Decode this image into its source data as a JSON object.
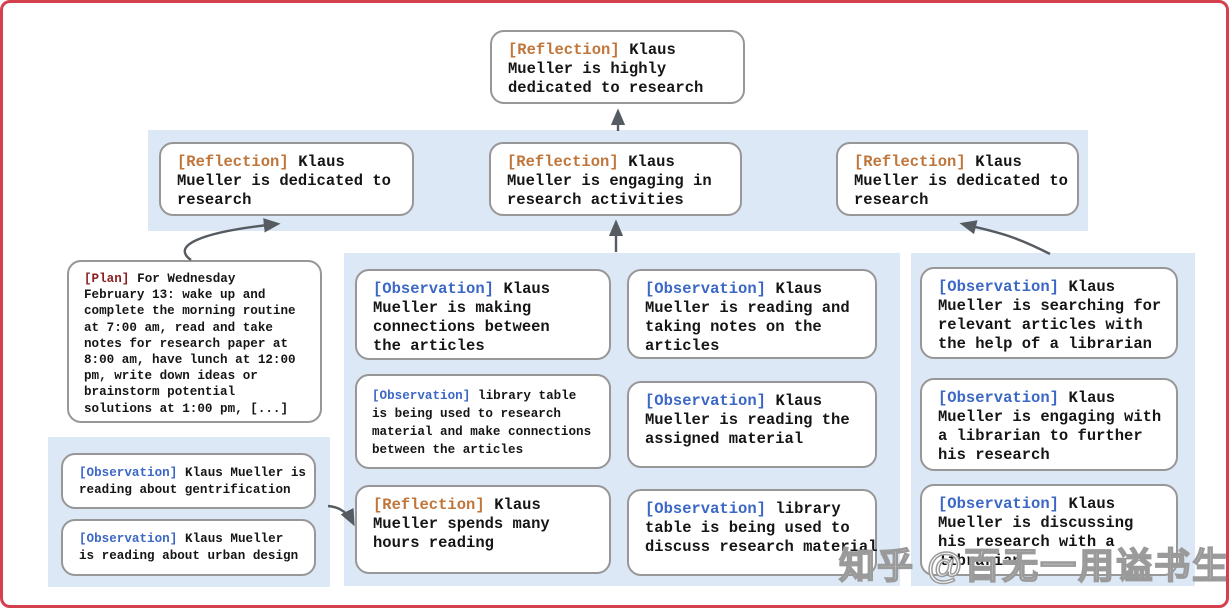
{
  "colors": {
    "frame_red": "#d5404f",
    "band_blue": "#dce8f6",
    "box_border_gray": "#979797",
    "reflection_label": "#c0763a",
    "observation_label": "#3b67c5",
    "plan_label": "#8b1f1f",
    "text": "#151515",
    "arrow": "#555b61"
  },
  "nodes": {
    "root": {
      "label": "[Reflection]",
      "text": "Klaus\nMueller is highly\ndedicated to research"
    },
    "row2": [
      {
        "label": "[Reflection]",
        "text": "Klaus\nMueller is dedicated to\nresearch"
      },
      {
        "label": "[Reflection]",
        "text": "Klaus\nMueller is engaging in\nresearch activities"
      },
      {
        "label": "[Reflection]",
        "text": "Klaus\nMueller is dedicated to\nresearch"
      }
    ],
    "plan": {
      "label": "[Plan]",
      "text": "For Wednesday\nFebruary 13: wake up and\ncomplete the morning routine\nat 7:00 am, read and take\nnotes for research paper at\n8:00 am, have lunch at 12:00\npm, write down ideas or\nbrainstorm potential\nsolutions at 1:00 pm, [...]"
    },
    "left_obs": [
      {
        "label": "[Observation]",
        "text": "Klaus Mueller is\nreading about gentrification"
      },
      {
        "label": "[Observation]",
        "text": "Klaus Mueller\nis reading about urban design"
      }
    ],
    "mid_a": [
      {
        "label": "[Observation]",
        "text": "Klaus\nMueller is making\nconnections between\nthe articles"
      },
      {
        "label": "[Observation]",
        "text": "library table\nis being used to research\nmaterial and make connections\nbetween the articles"
      },
      {
        "label": "[Reflection]",
        "text": "Klaus\nMueller spends many\nhours reading"
      }
    ],
    "mid_b": [
      {
        "label": "[Observation]",
        "text": "Klaus\nMueller is reading and\ntaking notes on the\narticles"
      },
      {
        "label": "[Observation]",
        "text": "Klaus\nMueller is reading the\nassigned material"
      },
      {
        "label": "[Observation]",
        "text": "library\ntable is being used to\ndiscuss research material"
      }
    ],
    "right": [
      {
        "label": "[Observation]",
        "text": "Klaus\nMueller is searching for\nrelevant articles with\nthe help of a librarian"
      },
      {
        "label": "[Observation]",
        "text": "Klaus\nMueller is engaging with\na librarian to further\nhis research"
      },
      {
        "label": "[Observation]",
        "text": "Klaus\nMueller is discussing\nhis research with a\nlibrarian"
      }
    ]
  },
  "watermark": "知乎 @百无一用谥书生"
}
